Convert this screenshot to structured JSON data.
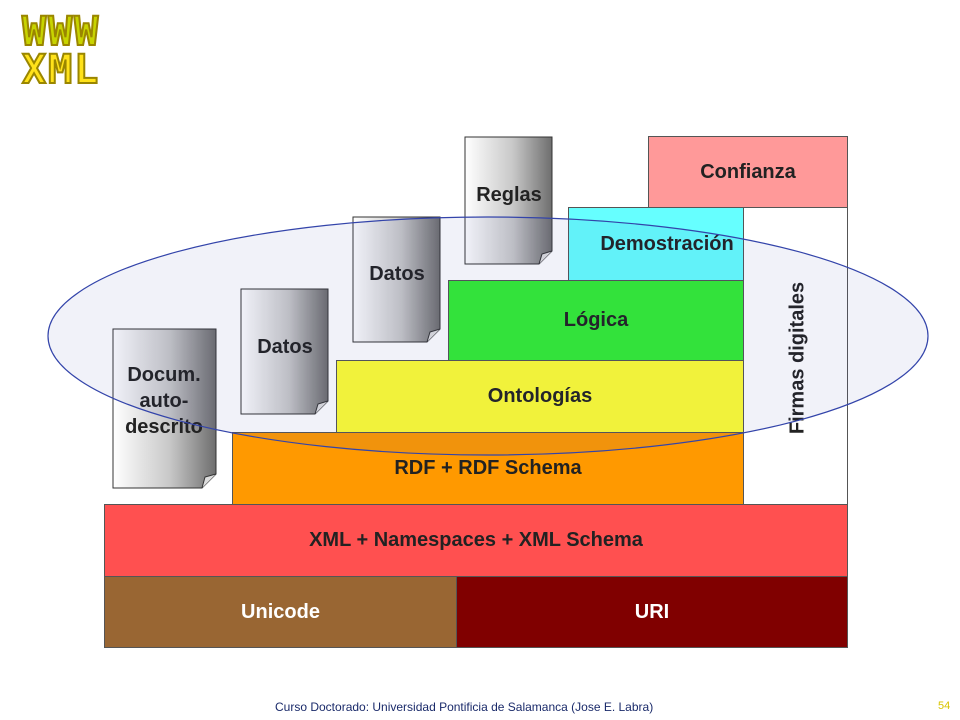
{
  "logo": {
    "line1": "WWW",
    "line2": "XML"
  },
  "layers": {
    "unicode": "Unicode",
    "uri": "URI",
    "xml": "XML + Namespaces + XML Schema",
    "rdf": "RDF + RDF Schema",
    "ontologias": "Ontologías",
    "logica": "Lógica",
    "demostracion": "Demostración",
    "confianza": "Confianza",
    "firmas": "Firmas digitales"
  },
  "documents": {
    "docum": [
      "Docum.",
      "auto-",
      "descrito"
    ],
    "datos1": "Datos",
    "datos2": "Datos",
    "reglas": "Reglas"
  },
  "colors": {
    "unicode": "#996633",
    "uri": "#800000",
    "xml": "#ff5050",
    "rdf": "#ff9900",
    "ontologias": "#ffff33",
    "logica": "#33ee33",
    "demostracion": "#66ffff",
    "confianza": "#ff9999",
    "firmas": "#ffffff",
    "ellipse": "#3344aa"
  },
  "footer": {
    "text": "Curso Doctorado: Universidad Pontificia de Salamanca (Jose E. Labra)",
    "page": "54"
  }
}
